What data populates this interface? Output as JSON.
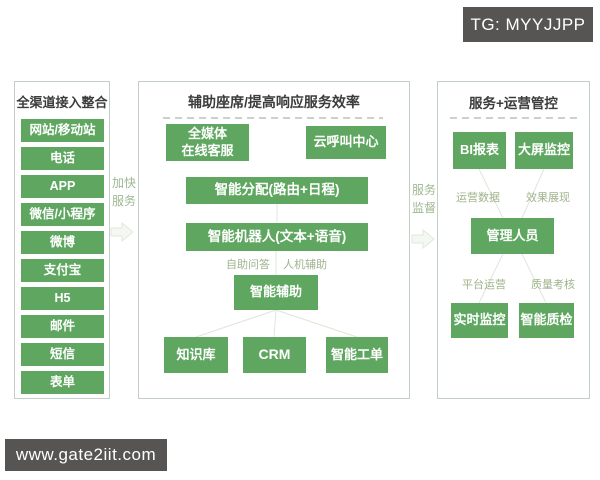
{
  "badges": {
    "tg": "TG: MYYJJPP",
    "site": "www.gate2iit.com"
  },
  "panels": {
    "left": {
      "title": "全渠道接入整合",
      "items": [
        "网站/移动站",
        "电话",
        "APP",
        "微信/小程序",
        "微博",
        "支付宝",
        "H5",
        "邮件",
        "短信",
        "表单"
      ]
    },
    "middle": {
      "title": "辅助座席/提高响应服务效率",
      "omni_media": {
        "line1": "全媒体",
        "line2": "在线客服"
      },
      "cloud_call": "云呼叫中心",
      "smart_dispatch": "智能分配(路由+日程)",
      "smart_robot": "智能机器人(文本+语音)",
      "label_self_qa": "自助问答",
      "label_human_assist": "人机辅助",
      "smart_assist": "智能辅助",
      "knowledge_base": "知识库",
      "crm": "CRM",
      "smart_ticket": "智能工单"
    },
    "right": {
      "title": "服务+运营管控",
      "bi_report": "BI报表",
      "big_screen": "大屏监控",
      "label_operation_data": "运营数据",
      "label_effect_display": "效果展现",
      "manager": "管理人员",
      "label_platform_operation": "平台运营",
      "label_quality_assess": "质量考核",
      "realtime_monitor": "实时监控",
      "smart_qc": "智能质检"
    }
  },
  "flows": {
    "left_to_middle": {
      "line1": "加快",
      "line2": "服务"
    },
    "middle_to_right": {
      "line1": "服务",
      "line2": "监督"
    }
  },
  "colors": {
    "box_green": "#5fa761",
    "badge_bg": "#575454",
    "panel_border": "#c2cec6",
    "muted_label": "#9fb38c",
    "title_text": "#3c3c3c",
    "connector": "#dde7da"
  }
}
